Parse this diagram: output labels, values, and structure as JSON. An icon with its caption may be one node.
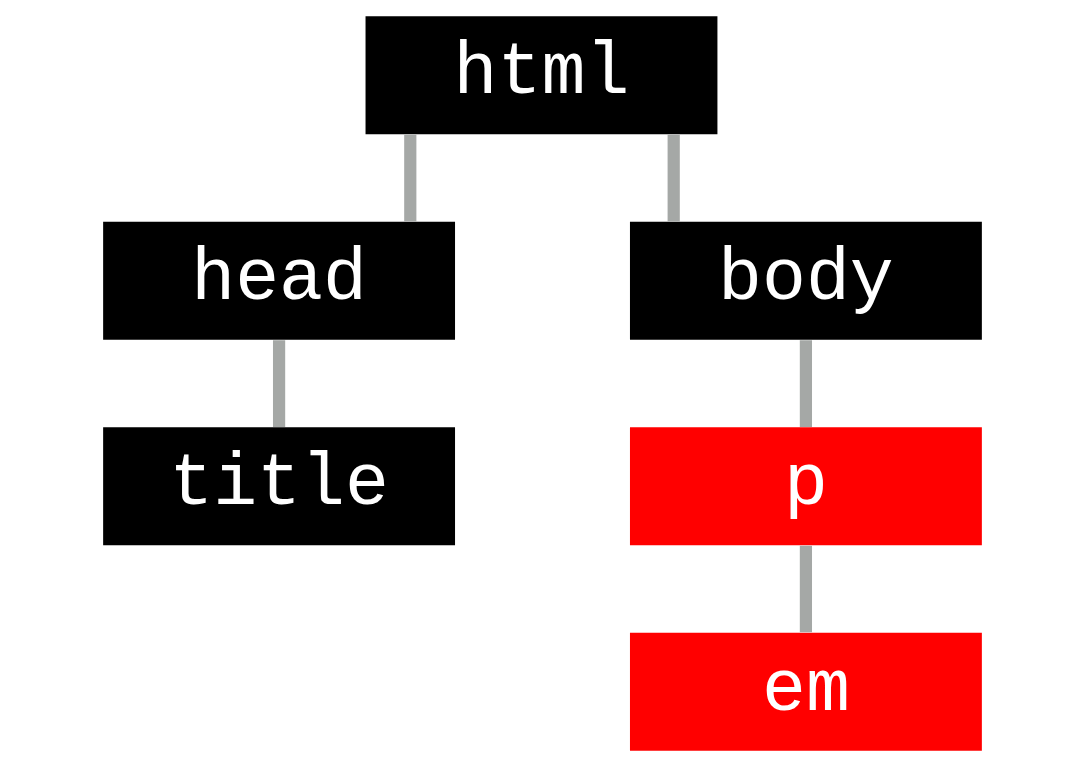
{
  "diagram": {
    "nodes": [
      {
        "text": [
          "html"
        ]
      },
      {
        "text": [
          "head"
        ]
      },
      {
        "text": [
          "body"
        ]
      },
      {
        "text": [
          "title"
        ]
      },
      {
        "text": [
          "p"
        ]
      },
      {
        "text": [
          "em"
        ]
      }
    ],
    "edges": [
      {
        "from": 0,
        "to": 1,
        "arrow": "none"
      },
      {
        "from": 0,
        "to": 2,
        "arrow": "none"
      },
      {
        "from": 1,
        "to": 3,
        "arrow": "none"
      },
      {
        "from": 2,
        "to": 4,
        "arrow": "none"
      },
      {
        "from": 4,
        "to": 5,
        "arrow": "none"
      }
    ]
  }
}
